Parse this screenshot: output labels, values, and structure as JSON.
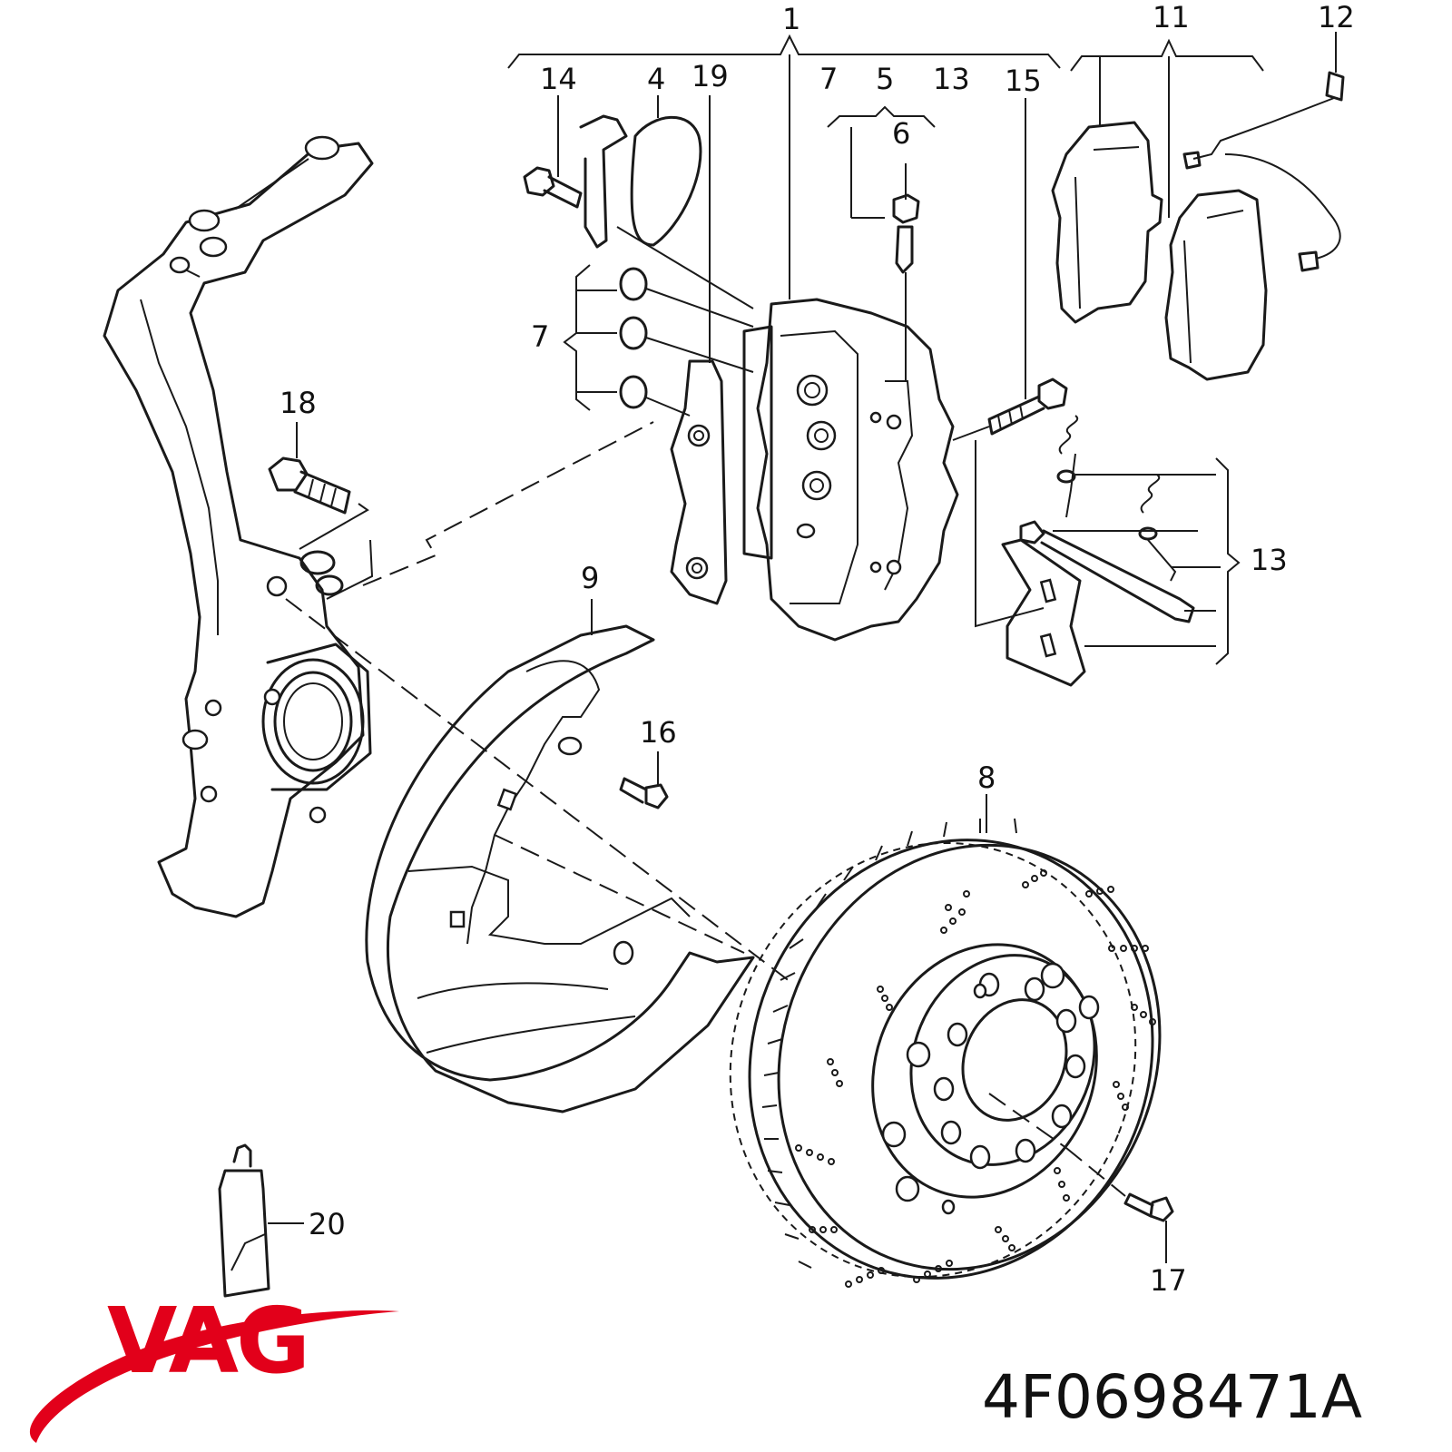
{
  "diagram": {
    "callouts": {
      "c1": "1",
      "c4": "4",
      "c5": "5",
      "c6": "6",
      "c7_top": "7",
      "c7_left": "7",
      "c8": "8",
      "c9": "9",
      "c11": "11",
      "c12": "12",
      "c13_top": "13",
      "c13_right": "13",
      "c14": "14",
      "c15": "15",
      "c16": "16",
      "c17": "17",
      "c18": "18",
      "c19": "19",
      "c20": "20"
    }
  },
  "brand": {
    "logo_text": "VAG",
    "color": "#e2001a"
  },
  "part_number": "4F0698471A"
}
